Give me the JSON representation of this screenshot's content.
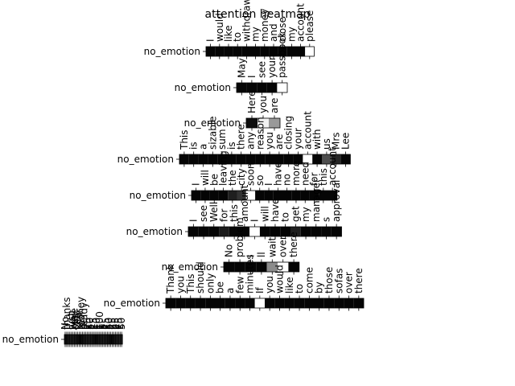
{
  "chart_data": {
    "type": "heatmap",
    "title": "attention heatmap",
    "colormap": "black-white",
    "rows": [
      {
        "label": "no_emotion",
        "tokens": [
          "I",
          "would",
          "like",
          "to",
          "withdraw",
          "my",
          "money",
          "and",
          "close",
          "my",
          "account",
          "please"
        ],
        "values": [
          0.02,
          0.02,
          0.02,
          0.02,
          0.02,
          0.02,
          0.02,
          0.02,
          0.02,
          0.02,
          0.02,
          1.0
        ]
      },
      {
        "label": "no_emotion",
        "tokens": [
          "May",
          "I",
          "see",
          "your",
          "passbook"
        ],
        "values": [
          0.02,
          0.02,
          0.02,
          0.02,
          1.0
        ]
      },
      {
        "label": "no_emotion",
        "tokens": [
          "Here",
          "you",
          "are"
        ],
        "values": [
          0.05,
          0.95,
          0.6
        ]
      },
      {
        "label": "no_emotion",
        "tokens": [
          "This",
          "is",
          "a",
          "sizable",
          "sum",
          "is",
          "there",
          "any",
          "reason",
          "you",
          "are",
          "closing",
          "your",
          "account",
          "with",
          "us",
          "Mrs",
          "Lee"
        ],
        "values": [
          0.02,
          0.02,
          0.02,
          0.02,
          0.02,
          0.02,
          0.02,
          0.02,
          0.02,
          0.02,
          0.02,
          0.02,
          0.02,
          1.0,
          0.02,
          0.3,
          0.15,
          0.02
        ]
      },
      {
        "label": "no_emotion",
        "tokens": [
          "I",
          "will",
          "be",
          "leaving",
          "the",
          "city",
          "soon",
          "so",
          "I",
          "have",
          "no",
          "more",
          "need",
          "for",
          "this",
          "account"
        ],
        "values": [
          0.02,
          0.02,
          0.02,
          0.02,
          0.12,
          0.2,
          1.0,
          0.02,
          0.02,
          0.02,
          0.02,
          0.02,
          0.02,
          0.02,
          0.02,
          0.02
        ]
      },
      {
        "label": "no_emotion",
        "tokens": [
          "I",
          "see",
          "Well",
          "for",
          "this",
          "amount",
          "I",
          "will",
          "have",
          "to",
          "get",
          "my",
          "manager",
          "s",
          "approval"
        ],
        "values": [
          0.02,
          0.02,
          0.02,
          0.1,
          0.02,
          0.02,
          1.0,
          0.02,
          0.02,
          0.02,
          0.12,
          0.02,
          0.02,
          0.02,
          0.02
        ]
      },
      {
        "label": "no_emotion",
        "tokens": [
          "No",
          "problem",
          "I",
          "ll",
          "wait",
          "over",
          "there"
        ],
        "values": [
          0.02,
          0.02,
          0.02,
          0.02,
          0.55,
          1.0,
          0.02
        ]
      },
      {
        "label": "no_emotion",
        "tokens": [
          "Thank",
          "you",
          "This",
          "should",
          "only",
          "be",
          "a",
          "few",
          "minutes",
          "If",
          "you",
          "would",
          "like",
          "to",
          "come",
          "by",
          "those",
          "sofas",
          "over",
          "there"
        ],
        "values": [
          0.02,
          0.02,
          0.02,
          0.02,
          0.02,
          0.02,
          0.02,
          0.02,
          0.02,
          1.0,
          0.02,
          0.02,
          0.02,
          0.02,
          0.02,
          0.02,
          0.02,
          0.02,
          0.02,
          0.02
        ]
      },
      {
        "label": "no_emotion",
        "tokens": [
          "No",
          "thanks",
          "I",
          "ll",
          "just",
          "wait",
          "here",
          "Mrs",
          "Lee",
          "Your",
          "money",
          "is",
          "ready",
          "F",
          "75",
          "F",
          "50",
          "F",
          "25",
          "F",
          "10",
          "E",
          "100",
          "F",
          "5",
          "F",
          "75",
          "F",
          "50",
          "F",
          "25",
          "F",
          "25",
          "F",
          "75",
          "E",
          "50"
        ],
        "values": [
          0.02,
          0.02,
          0.02,
          0.02,
          0.02,
          0.02,
          0.02,
          0.02,
          0.02,
          0.02,
          0.02,
          0.02,
          0.02,
          0.02,
          0.02,
          0.02,
          0.02,
          0.02,
          0.02,
          0.02,
          0.02,
          0.02,
          0.02,
          0.02,
          0.02,
          0.02,
          0.02,
          0.02,
          0.02,
          0.02,
          0.02,
          0.02,
          0.02,
          0.02,
          0.02,
          0.02,
          0.02
        ]
      }
    ]
  }
}
